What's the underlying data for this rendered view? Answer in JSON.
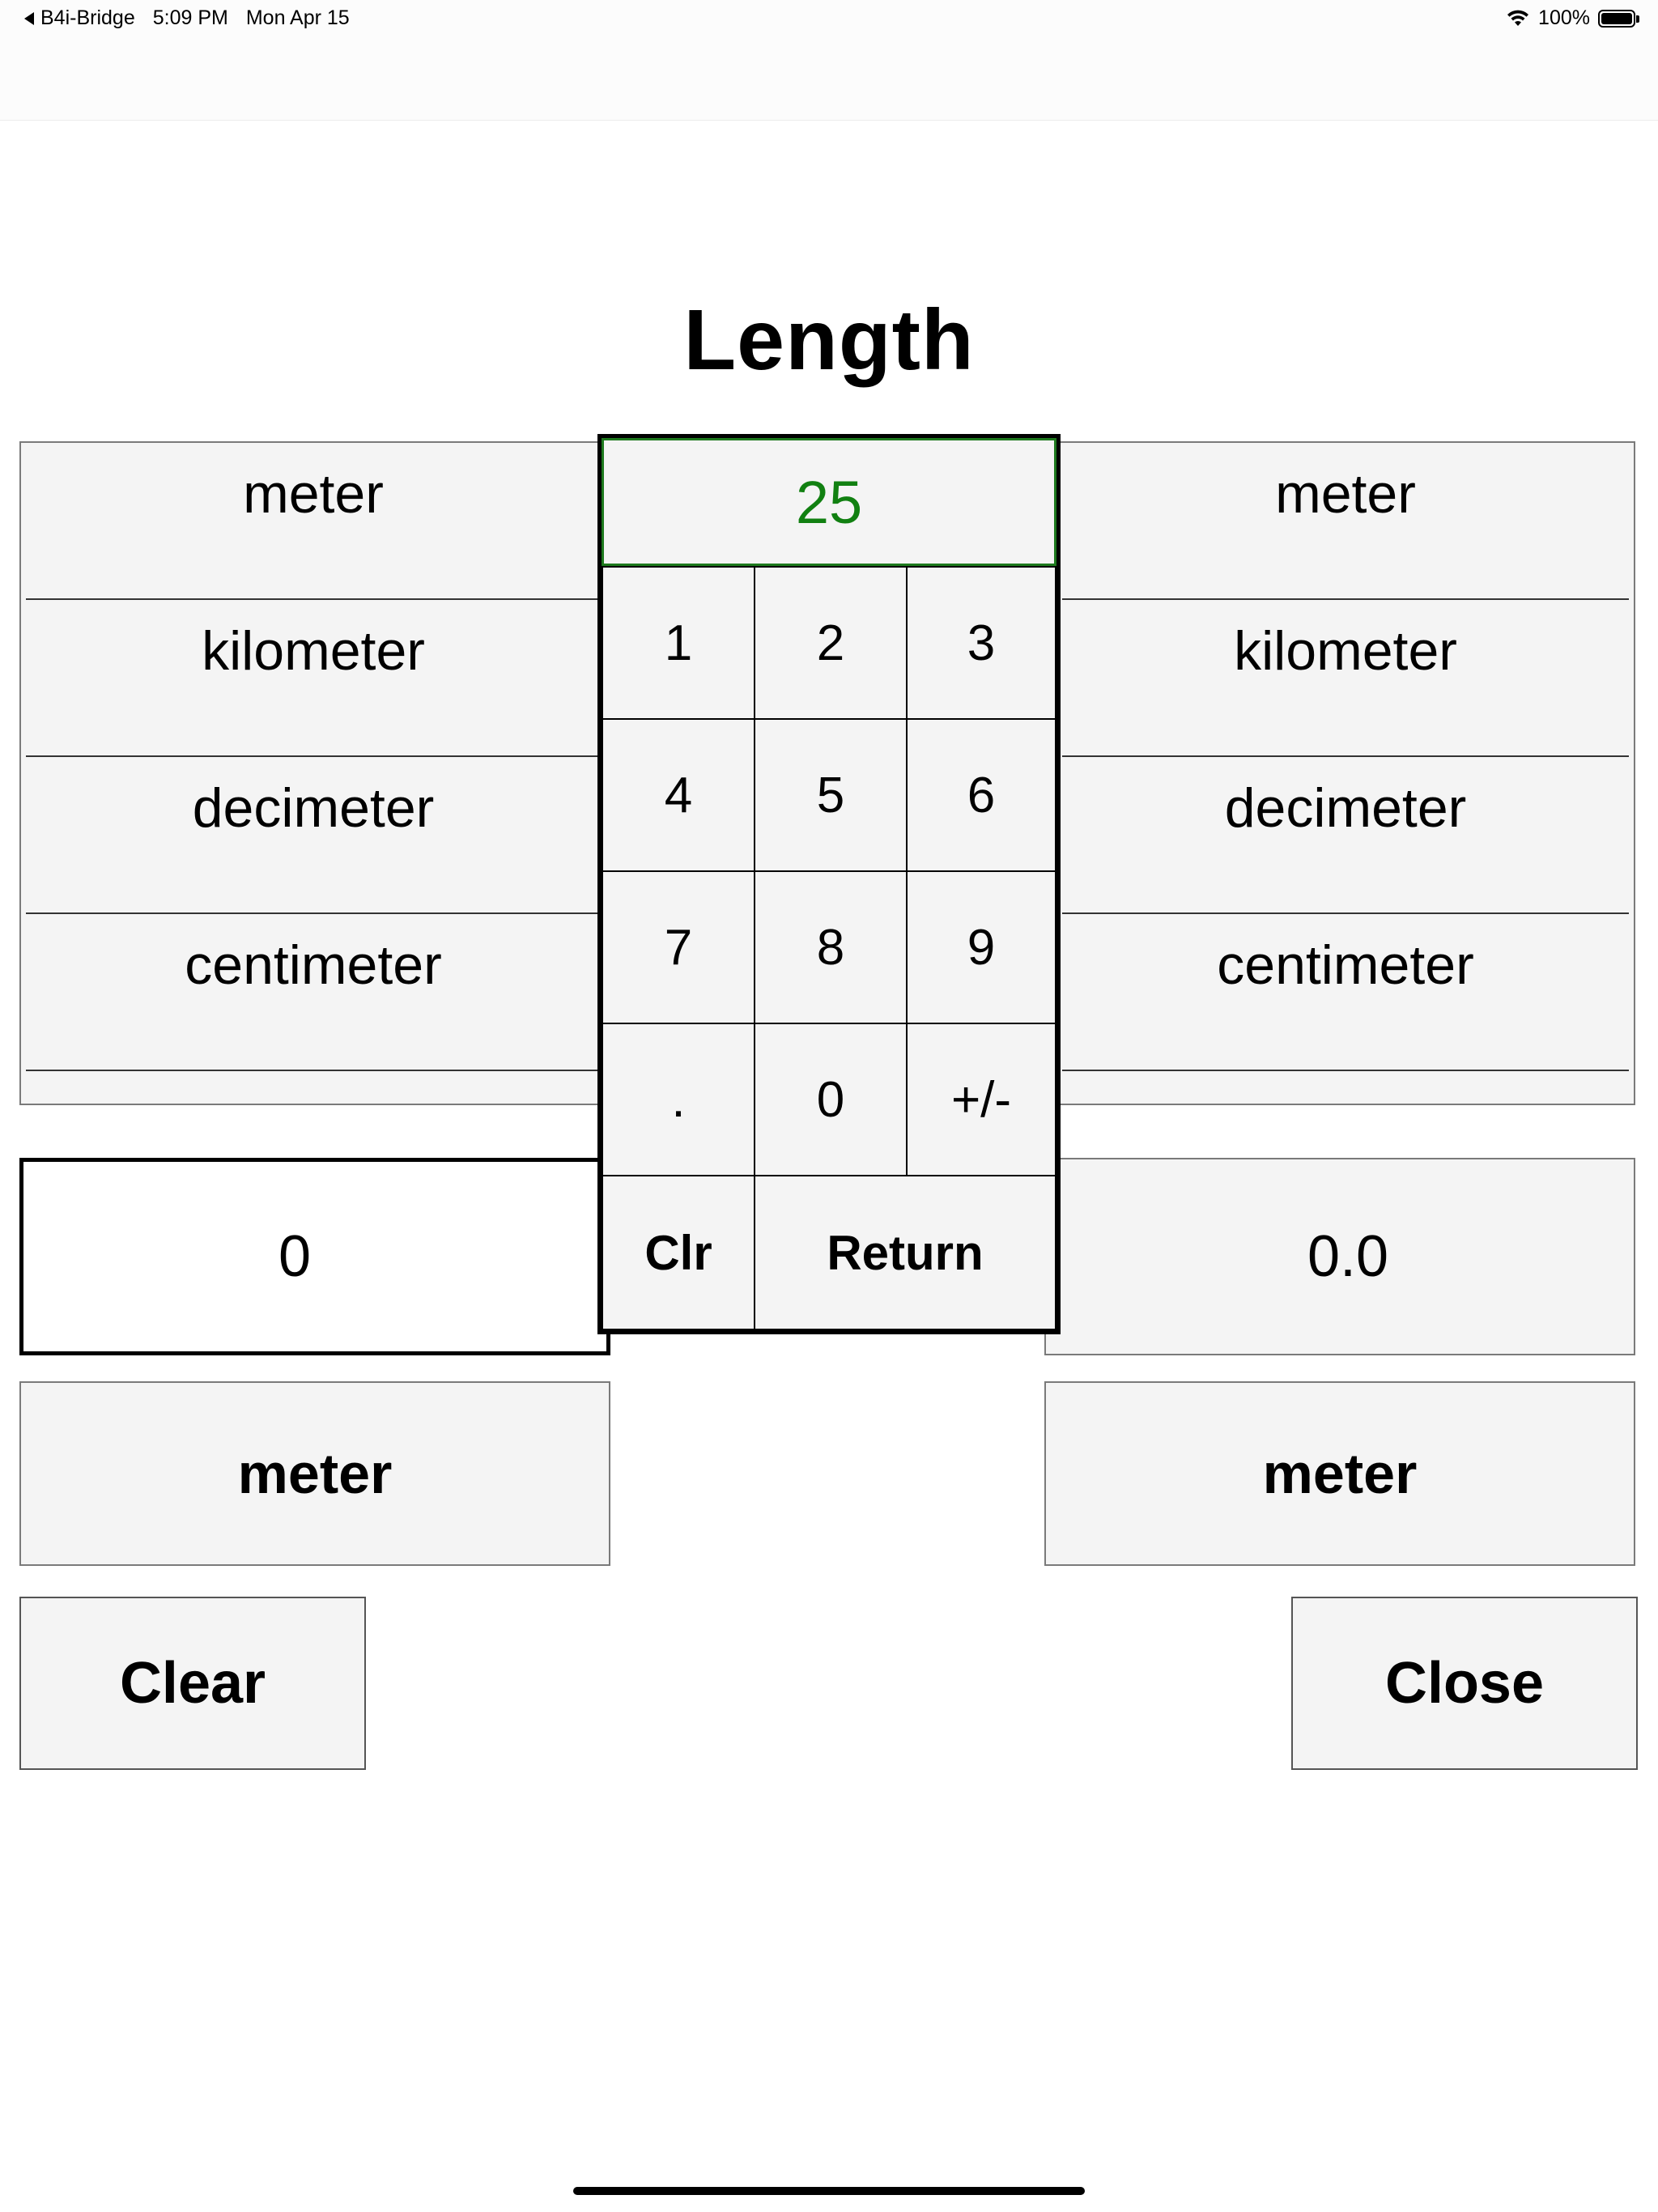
{
  "status_bar": {
    "back_app": "B4i-Bridge",
    "time": "5:09 PM",
    "date": "Mon Apr 15",
    "battery": "100%",
    "icons": [
      "back-arrow-icon",
      "wifi-icon",
      "battery-icon"
    ]
  },
  "title": "Length",
  "left_picker": {
    "items": [
      "meter",
      "kilometer",
      "decimeter",
      "centimeter"
    ]
  },
  "right_picker": {
    "items": [
      "meter",
      "kilometer",
      "decimeter",
      "centimeter"
    ]
  },
  "input_value": "0",
  "result_value": "0.0",
  "from_unit_label": "meter",
  "to_unit_label": "meter",
  "buttons": {
    "clear": "Clear",
    "close": "Close"
  },
  "keypad": {
    "display": "25",
    "display_color": "#118011",
    "keys": [
      "1",
      "2",
      "3",
      "4",
      "5",
      "6",
      "7",
      "8",
      "9",
      ".",
      "0",
      "+/-"
    ],
    "clr": "Clr",
    "return": "Return"
  }
}
